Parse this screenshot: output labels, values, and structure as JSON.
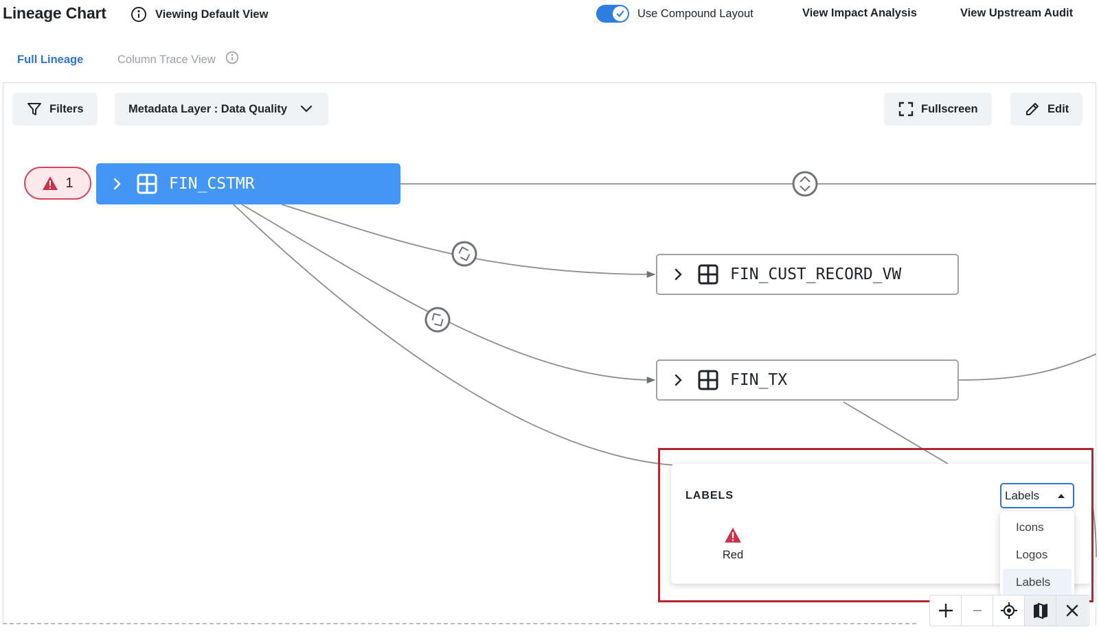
{
  "header": {
    "title": "Lineage Chart",
    "view_status": "Viewing Default View",
    "compound_toggle_label": "Use Compound Layout",
    "compound_toggle_on": true,
    "impact_link": "View Impact Analysis",
    "upstream_link": "View Upstream Audit"
  },
  "tabs": [
    {
      "label": "Full Lineage",
      "active": true
    },
    {
      "label": "Column Trace View",
      "active": false
    }
  ],
  "toolbar": {
    "filters_label": "Filters",
    "metadata_layer_label": "Metadata Layer : Data Quality",
    "fullscreen_label": "Fullscreen",
    "edit_label": "Edit"
  },
  "nodes": {
    "primary": {
      "name": "FIN_CSTMR",
      "alert_count": "1"
    },
    "secondary": [
      {
        "name": "FIN_CUST_RECORD_VW"
      },
      {
        "name": "FIN_TX"
      }
    ]
  },
  "legend": {
    "title": "LABELS",
    "items": [
      {
        "label": "Red",
        "icon": "warning-triangle-icon",
        "color": "#c8334a"
      }
    ],
    "select_value": "Labels",
    "options": [
      "Icons",
      "Logos",
      "Labels"
    ],
    "selected_option": "Labels"
  },
  "zoom_controls": [
    "zoom-in-icon",
    "zoom-out-icon",
    "recenter-icon",
    "minimap-icon",
    "close-icon"
  ],
  "colors": {
    "accent": "#2f74d0",
    "primary_node": "#4396f3",
    "alert": "#d6435f",
    "highlight_border": "#b3262d"
  }
}
